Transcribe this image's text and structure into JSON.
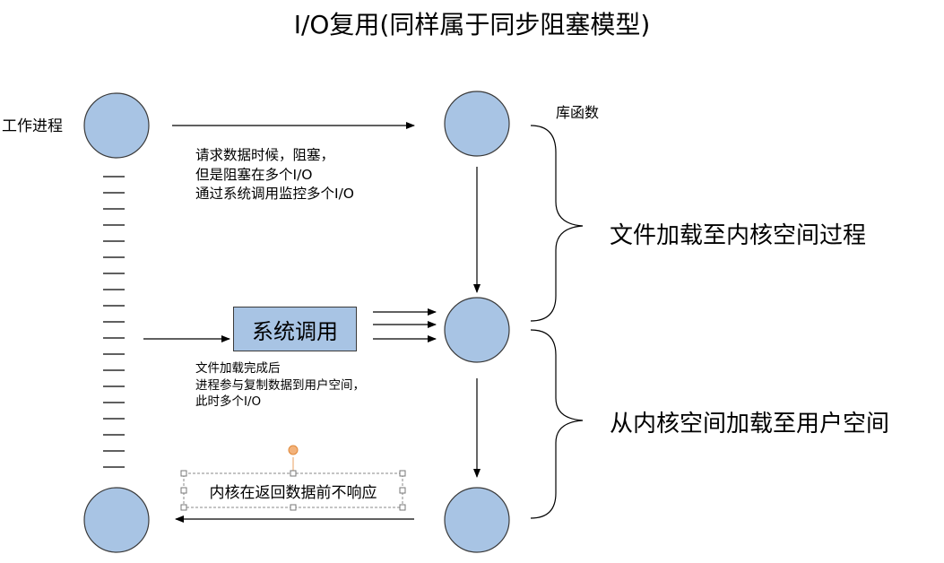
{
  "title": "I/O复用(同样属于同步阻塞模型)",
  "labels": {
    "worker": "工作进程",
    "library": "库函数",
    "syscall": "系统调用",
    "kernel_note": "内核在返回数据前不响应"
  },
  "desc_request": [
    "请求数据时候，阻塞，",
    "但是阻塞在多个I/O",
    "通过系统调用监控多个I/O"
  ],
  "desc_complete": [
    "文件加载完成后",
    "进程参与复制数据到用户空间，",
    "此时多个I/O"
  ],
  "stages": {
    "load_to_kernel": "文件加载至内核空间过程",
    "kernel_to_user": "从内核空间加载至用户空间"
  },
  "colors": {
    "node_fill": "#a8c4e4",
    "node_stroke": "#3a3a3a",
    "handle_orange": "#e8a060"
  }
}
